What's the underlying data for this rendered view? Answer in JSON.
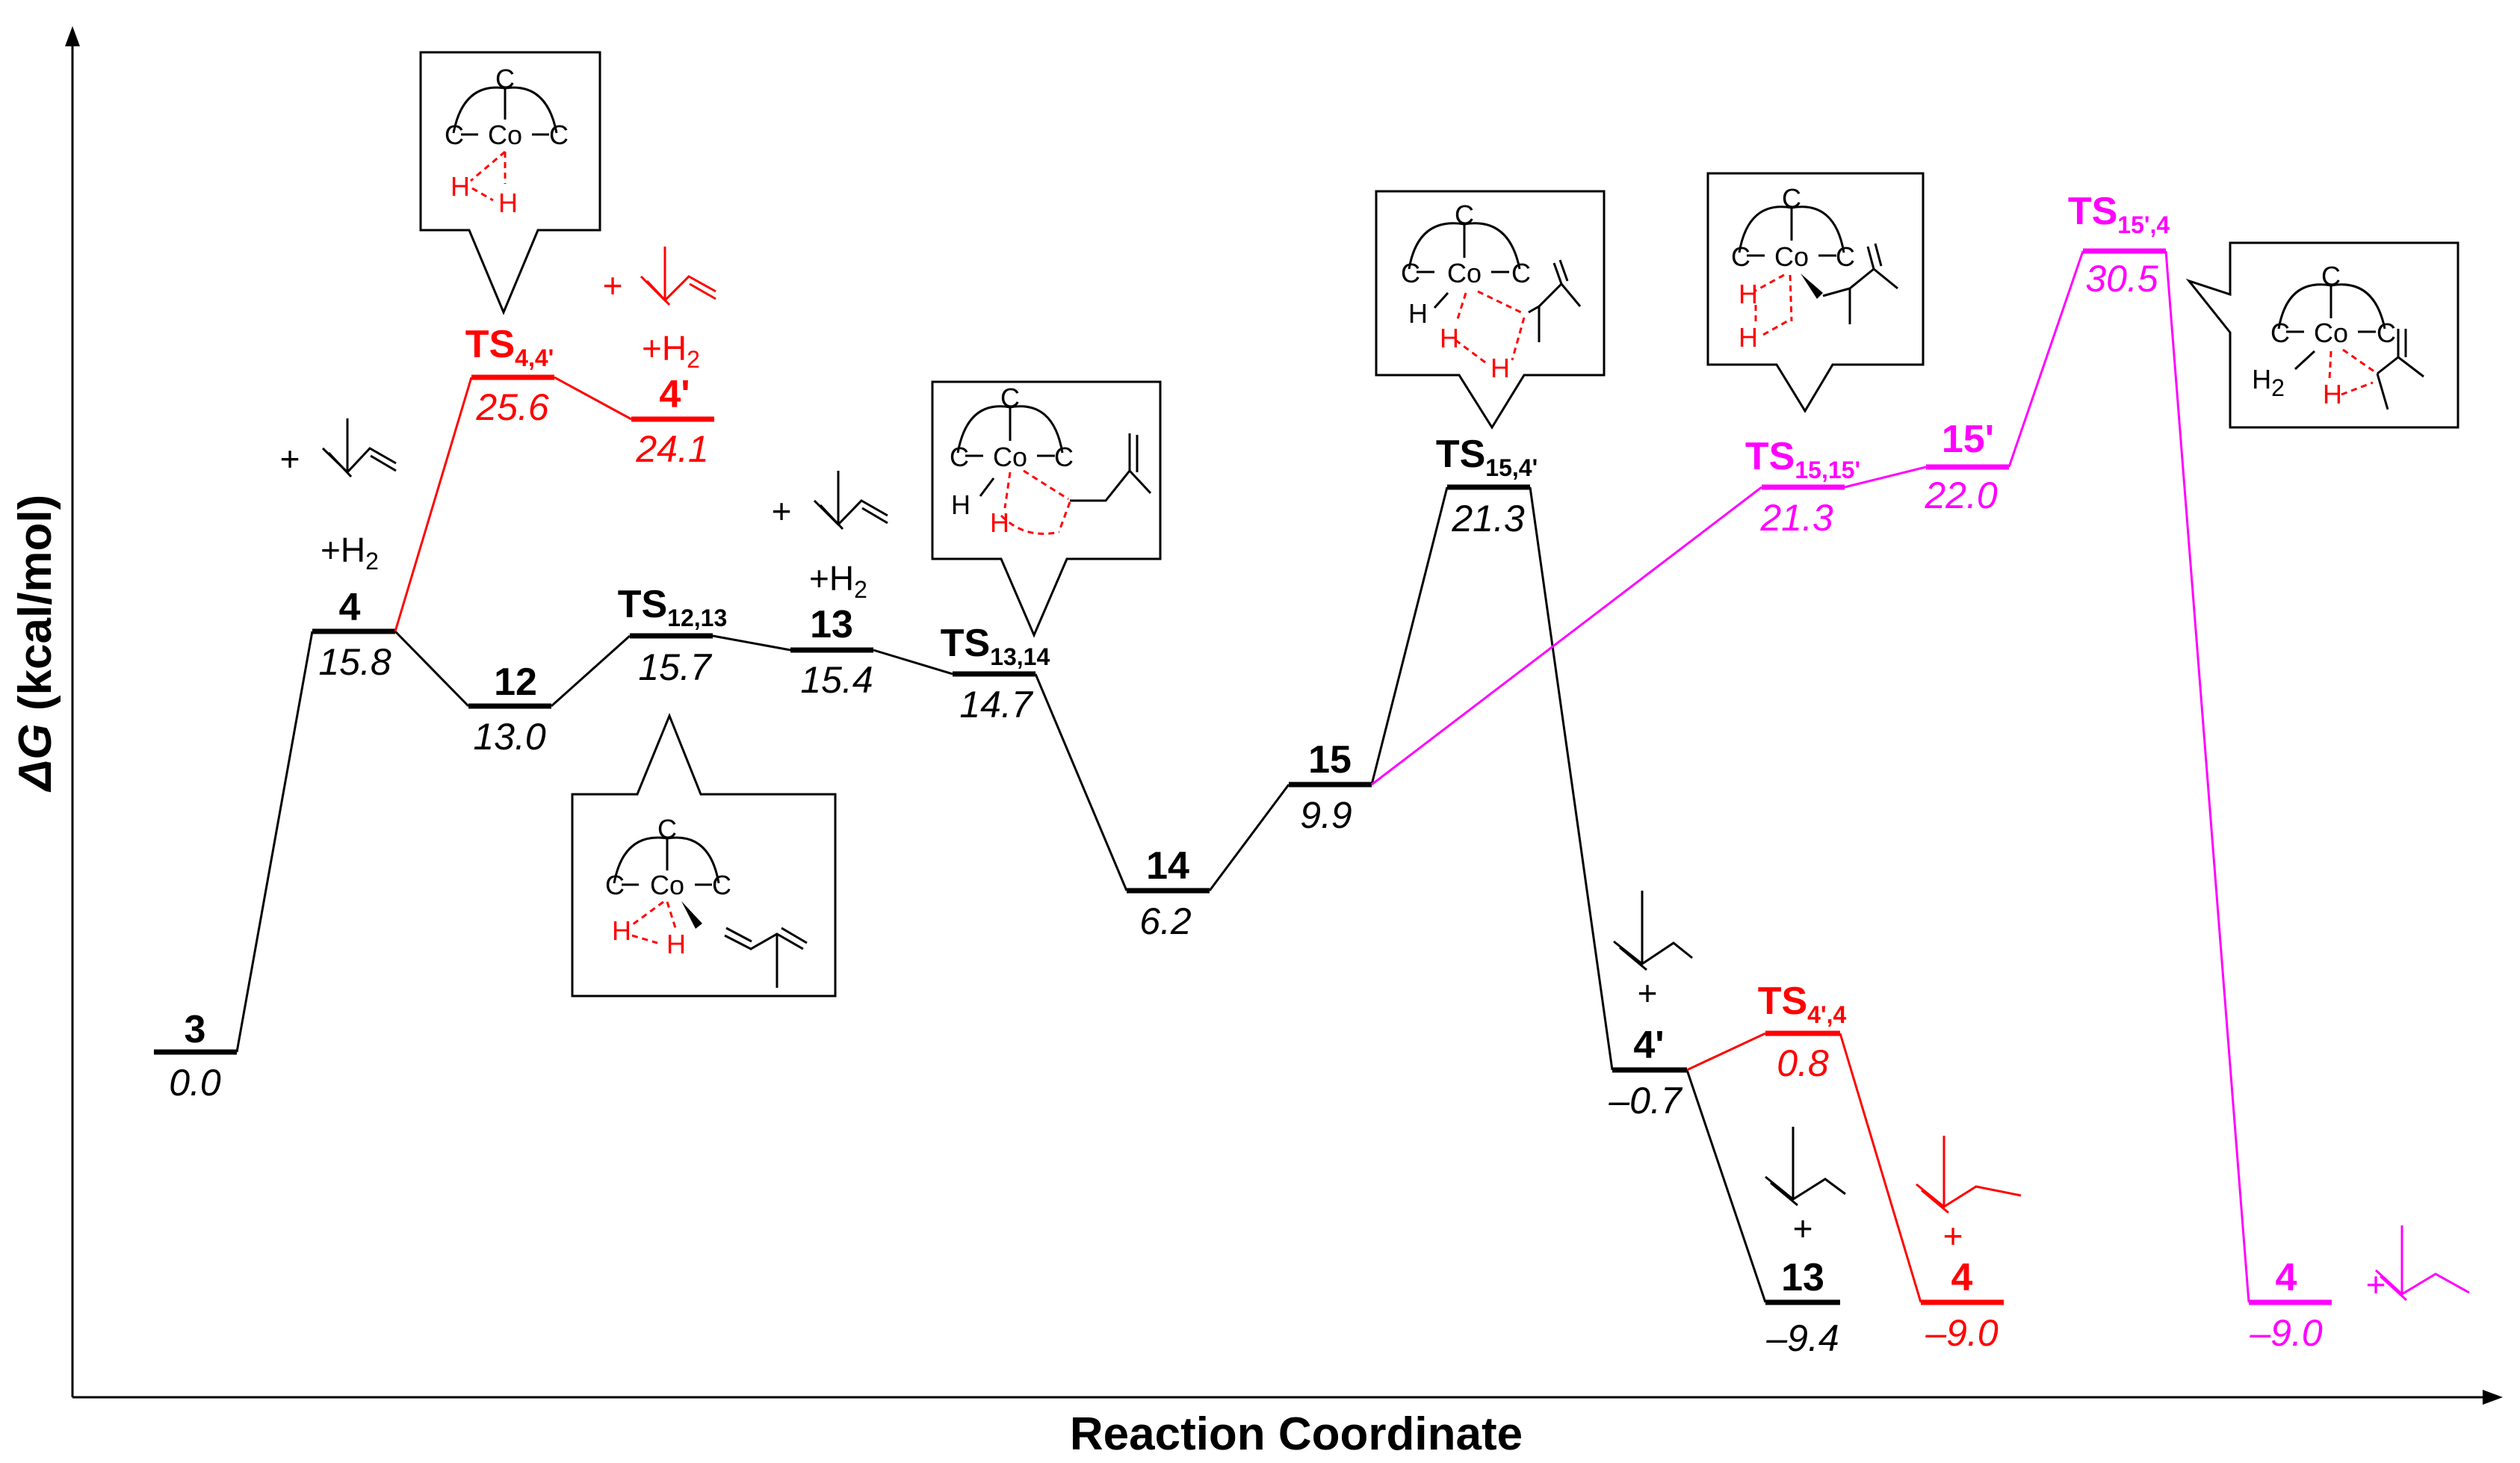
{
  "axes": {
    "ylabel_delta": "Δ",
    "ylabel_g": "G",
    "ylabel_rest": " (kcal/mol)",
    "xlabel": "Reaction Coordinate"
  },
  "colors": {
    "black_path": "#000000",
    "red_path": "#ff0000",
    "magenta_path": "#ff00ff"
  },
  "levels": {
    "s3": {
      "label": "3",
      "value": "0.0"
    },
    "s4": {
      "label": "4",
      "value": "15.8"
    },
    "s12": {
      "label": "12",
      "value": "13.0"
    },
    "ts1213": {
      "label": "TS",
      "sub": "12,13",
      "value": "15.7"
    },
    "s13": {
      "label": "13",
      "value": "15.4"
    },
    "ts1314": {
      "label": "TS",
      "sub": "13,14",
      "value": "14.7"
    },
    "s14": {
      "label": "14",
      "value": "6.2"
    },
    "s15": {
      "label": "15",
      "value": "9.9"
    },
    "ts154p": {
      "label": "TS",
      "sub": "15,4'",
      "value": "21.3"
    },
    "s4p_low": {
      "label": "4'",
      "value": "–0.7"
    },
    "s13_low": {
      "label": "13",
      "value": "–9.4"
    },
    "ts44p": {
      "label": "TS",
      "sub": "4,4'",
      "value": "25.6"
    },
    "s4p_high": {
      "label": "4'",
      "value": "24.1"
    },
    "ts4p4": {
      "label": "TS",
      "sub": "4',4",
      "value": "0.8"
    },
    "s4_red": {
      "label": "4",
      "value": "–9.0"
    },
    "ts1515p": {
      "label": "TS",
      "sub": "15,15'",
      "value": "21.3"
    },
    "s15p": {
      "label": "15'",
      "value": "22.0"
    },
    "ts15p4": {
      "label": "TS",
      "sub": "15',4",
      "value": "30.5"
    },
    "s4_mag": {
      "label": "4",
      "value": "–9.0"
    }
  },
  "annotations": {
    "plus": "+",
    "h2": "+H",
    "h2_sub": "2",
    "h2_plain": "H",
    "atom_c": "C",
    "atom_co": "Co",
    "atom_h": "H"
  }
}
